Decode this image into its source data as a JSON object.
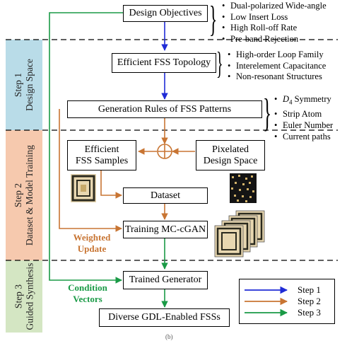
{
  "boxes": {
    "design_objectives": "Design Objectives",
    "fss_topology": "Efficient FSS Topology",
    "generation_rules": "Generation Rules of FSS Patterns",
    "efficient_samples_line1": "Efficient",
    "efficient_samples_line2": "FSS Samples",
    "pixelated_line1": "Pixelated",
    "pixelated_line2": "Design Space",
    "dataset": "Dataset",
    "training": "Training MC-cGAN",
    "trained_generator": "Trained Generator",
    "diverse": "Diverse GDL-Enabled FSSs"
  },
  "objectives_bullets": [
    "Dual-polarized Wide-angle",
    "Low Insert Loss",
    "High Roll-off Rate",
    "Pre-band Rejection"
  ],
  "topology_bullets": [
    "High-order Loop Family",
    "Interelement Capacitance",
    "Non-resonant Structures"
  ],
  "rules_bullets": {
    "d4_symbol": "D",
    "d4_subscript": "4",
    "d4_rest": " Symmetry",
    "others": [
      "Strip Atom",
      "Euler Number",
      "Current paths"
    ]
  },
  "steps": {
    "step1": {
      "line1": "Step 1",
      "line2": "Design Space"
    },
    "step2": {
      "line1": "Step 2",
      "line2": "Dataset & Model Training"
    },
    "step3": {
      "line1": "Step 3",
      "line2": "Guided Synthesis"
    }
  },
  "annotations": {
    "weighted_line1": "Weighted",
    "weighted_line2": "Update",
    "condition_line1": "Condition",
    "condition_line2": "Vectors"
  },
  "legend": [
    "Step 1",
    "Step 2",
    "Step 3"
  ],
  "caption_fragment": "(b)",
  "colors": {
    "step1_band": "#b9dce8",
    "step2_band": "#f6c9ae",
    "step3_band": "#d4e6c3",
    "step1_arrow": "#1f2bd6",
    "step2_arrow": "#c87533",
    "step3_arrow": "#1a9a46"
  }
}
